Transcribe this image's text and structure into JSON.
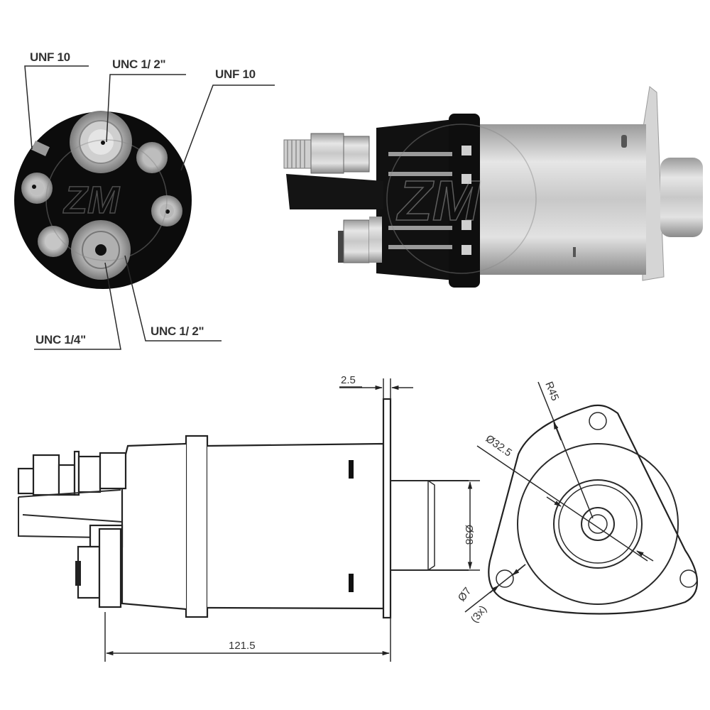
{
  "figure": {
    "subject": "starter solenoid technical drawing",
    "watermark": "ZM"
  },
  "end_view_labels": {
    "top_left": "UNF 10",
    "top_center": "UNC 1/ 2\"",
    "top_right": "UNF 10",
    "bottom_left": "UNC 1/4\"",
    "bottom_right": "UNC 1/ 2\""
  },
  "dimensions": {
    "flange_thickness": "2.5",
    "overall_length": "121.5",
    "plunger_diameter": "Ø38",
    "flange_radius": "R45",
    "bolt_circle": "Ø32.5",
    "hole_diameter": "Ø7",
    "hole_count": "(3x)"
  },
  "colors": {
    "line": "#2a2a2a",
    "text": "#333333",
    "housing_dark": "#111111",
    "metal_light": "#d8d8d8",
    "background": "#ffffff"
  }
}
